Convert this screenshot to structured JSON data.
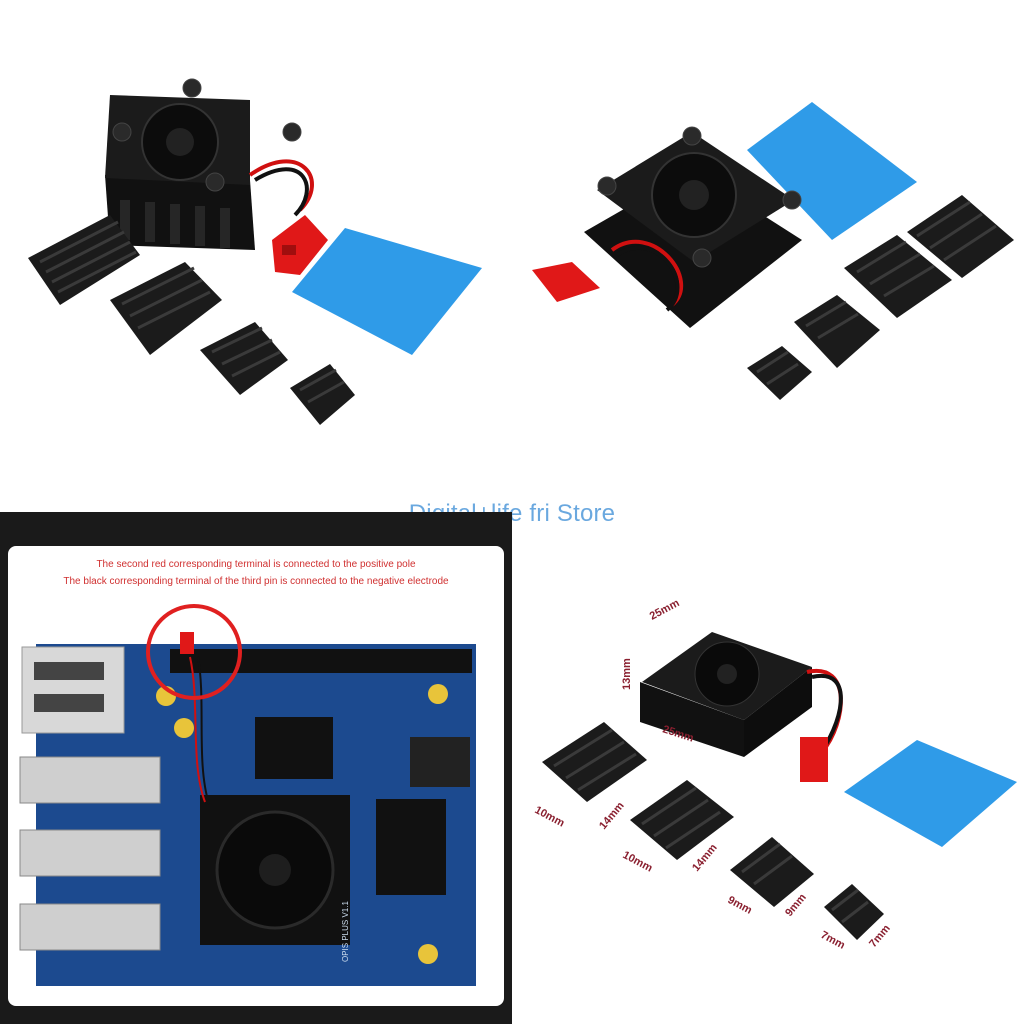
{
  "watermark": {
    "text": "Digital+life fri Store"
  },
  "board_panel": {
    "callout_line_1": "The second red corresponding terminal is connected to the positive pole",
    "callout_line_2": "The black corresponding terminal of the third pin is connected to the negative electrode",
    "board_silkscreen": "OPIS PLUS V1.1"
  },
  "dimension_panel": {
    "fan_width": "25mm",
    "fan_height": "13mm",
    "fan_depth": "25mm",
    "sink_large_a": "10mm",
    "sink_large_b": "14mm",
    "sink_mid_a": "10mm",
    "sink_mid_b": "14mm",
    "sink_small_a": "9mm",
    "sink_small_b": "9mm",
    "sink_tiny_a": "7mm",
    "sink_tiny_b": "7mm"
  },
  "colors": {
    "heatsink": "#1b1b1b",
    "thermal_pad": "#2f9be8",
    "connector": "#e01818",
    "pcb": "#1c4a8f",
    "watermark": "#5a9fdc",
    "callout": "#d03030"
  }
}
